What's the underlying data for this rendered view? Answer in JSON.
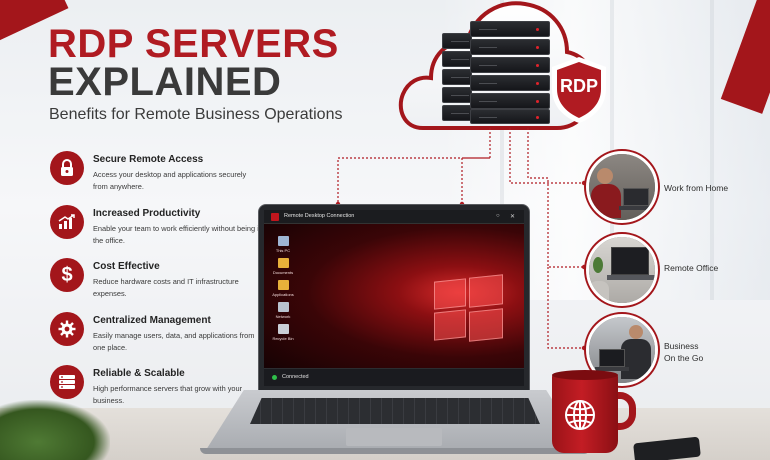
{
  "header": {
    "title_line1": "RDP SERVERS",
    "title_line2": "EXPLAINED",
    "subtitle": "Benefits for Remote Business Operations"
  },
  "features": [
    {
      "icon": "lock-icon",
      "title": "Secure Remote Access",
      "desc": "Access your desktop and applications securely from anywhere."
    },
    {
      "icon": "growth-chart-icon",
      "title": "Increased Productivity",
      "desc": "Enable your team to work efficiently without being in the office."
    },
    {
      "icon": "dollar-icon",
      "title": "Cost Effective",
      "desc": "Reduce hardware costs and IT infrastructure expenses."
    },
    {
      "icon": "gear-icon",
      "title": "Centralized Management",
      "desc": "Easily manage users, data, and applications from one place."
    },
    {
      "icon": "server-icon",
      "title": "Reliable & Scalable",
      "desc": "High performance servers that grow with your business."
    }
  ],
  "cloud": {
    "badge": "RDP"
  },
  "remote_window": {
    "title": "Remote Desktop Connection",
    "desktop_icons": [
      "This PC",
      "Documents",
      "Applications",
      "Network",
      "Recycle Bin"
    ],
    "status": "Connected",
    "status_color": "#2fbf4a"
  },
  "use_cases": [
    {
      "label": "Work from Home"
    },
    {
      "label": "Remote Office"
    },
    {
      "label_line1": "Business",
      "label_line2": "On the Go"
    }
  ],
  "colors": {
    "brand_red": "#b01b22",
    "dark_text": "#3a3a3a"
  }
}
